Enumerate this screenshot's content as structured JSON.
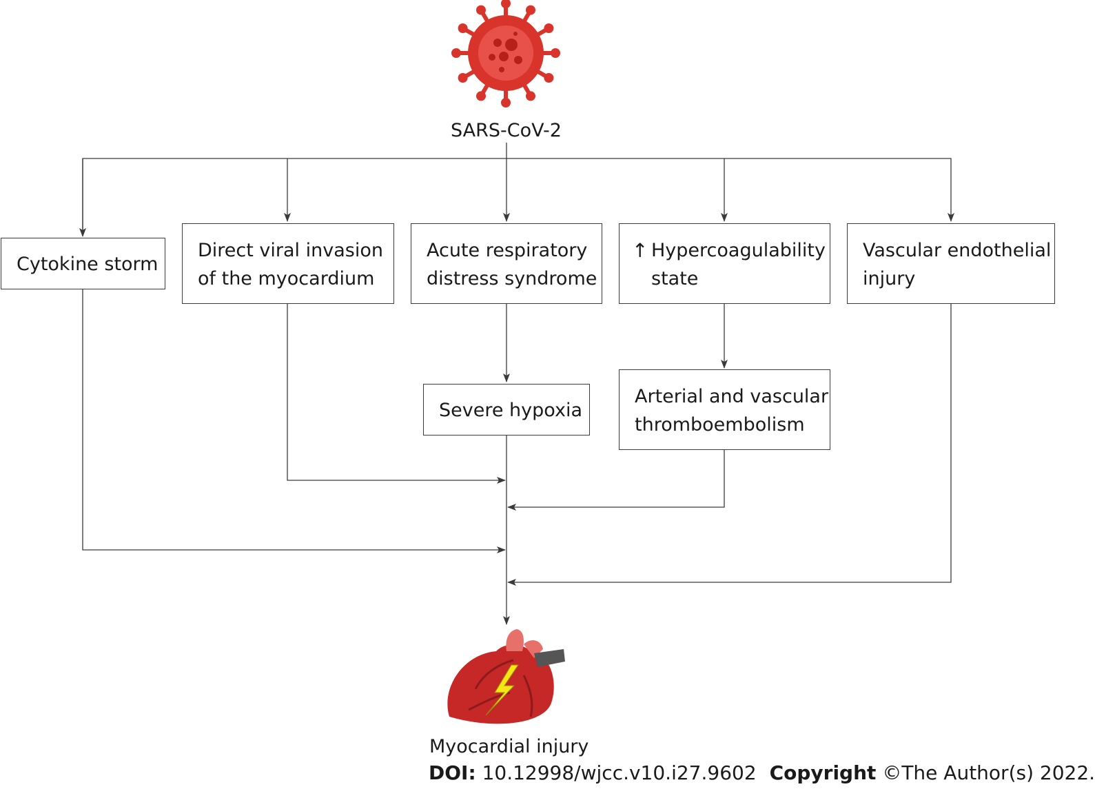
{
  "source": {
    "label": "SARS-CoV-2",
    "icon": "virus-icon"
  },
  "target": {
    "label": "Myocardial injury",
    "icon": "injured-heart-icon"
  },
  "mechanisms": {
    "cytokine": "Cytokine storm",
    "invasion": "Direct viral invasion\nof the myocardium",
    "ards": "Acute respiratory\ndistress syndrome",
    "hyper_prefix": "↑",
    "hyper": "Hypercoagulability\nstate",
    "vascular": "Vascular endothelial\ninjury"
  },
  "intermediates": {
    "hypoxia": "Severe hypoxia",
    "thrombo": "Arterial and vascular\nthromboembolism"
  },
  "footer": {
    "doi_label": "DOI:",
    "doi_value": "10.12998/wjcc.v10.i27.9602",
    "copyright_label": "Copyright",
    "copyright_value": "©The Author(s) 2022."
  },
  "colors": {
    "virus": "#d9342b",
    "heart": "#c62828",
    "lightning": "#f5e614",
    "line": "#3a3a3a"
  }
}
